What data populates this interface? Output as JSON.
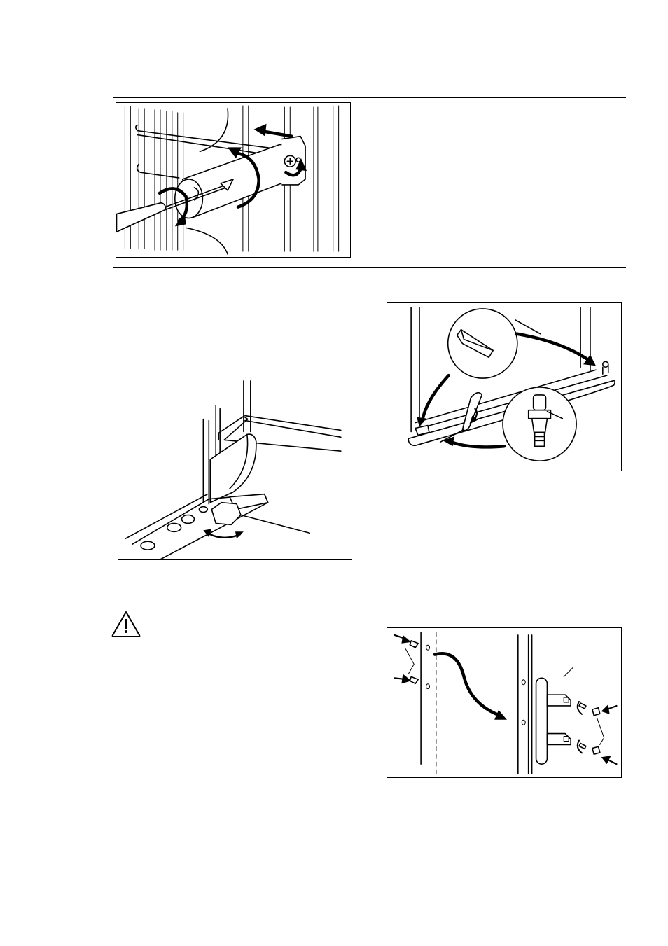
{
  "document": {
    "figures": [
      {
        "id": "fig-water-pipe-screwdriver",
        "icons": [
          "screwdriver-icon",
          "rotate-arrow-icon",
          "move-arrow-icon"
        ]
      },
      {
        "id": "fig-door-adjustment",
        "icons": [
          "foot-adjust-icon",
          "rotate-arrow-icon"
        ]
      },
      {
        "id": "fig-hinge-swap",
        "icons": [
          "hinge-pin-icon",
          "cover-cap-icon",
          "move-arrow-icon"
        ]
      },
      {
        "id": "fig-handle-swap",
        "icons": [
          "screw-icon",
          "handle-icon",
          "cap-icon"
        ]
      }
    ],
    "warning": {
      "icon": "warning-triangle-icon",
      "color": "#000000"
    }
  }
}
